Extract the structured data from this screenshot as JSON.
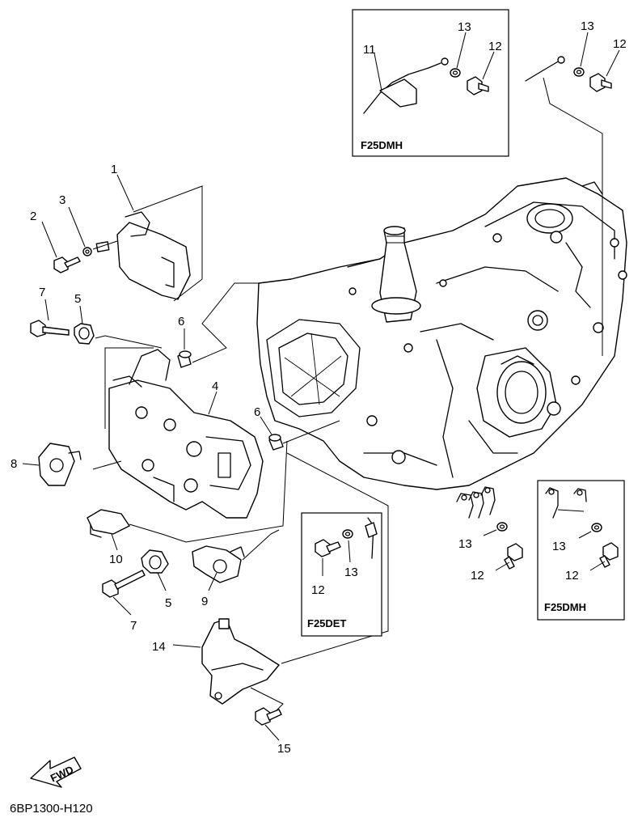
{
  "diagram": {
    "callouts": {
      "c1": "1",
      "c2": "2",
      "c3": "3",
      "c4": "4",
      "c5a": "5",
      "c5b": "5",
      "c6a": "6",
      "c6b": "6",
      "c7a": "7",
      "c7b": "7",
      "c8": "8",
      "c9": "9",
      "c10": "10",
      "c11": "11",
      "c12a": "12",
      "c12b": "12",
      "c12c": "12",
      "c12d": "12",
      "c13a": "13",
      "c13b": "13",
      "c13c": "13",
      "c13d": "13",
      "c13e": "13",
      "c14": "14",
      "c15": "15"
    },
    "insets": {
      "top": "F25DMH",
      "middle": "F25DET",
      "right": "F25DMH"
    },
    "fwd_label": "FWD",
    "drawing_code": "6BP1300-H120"
  }
}
